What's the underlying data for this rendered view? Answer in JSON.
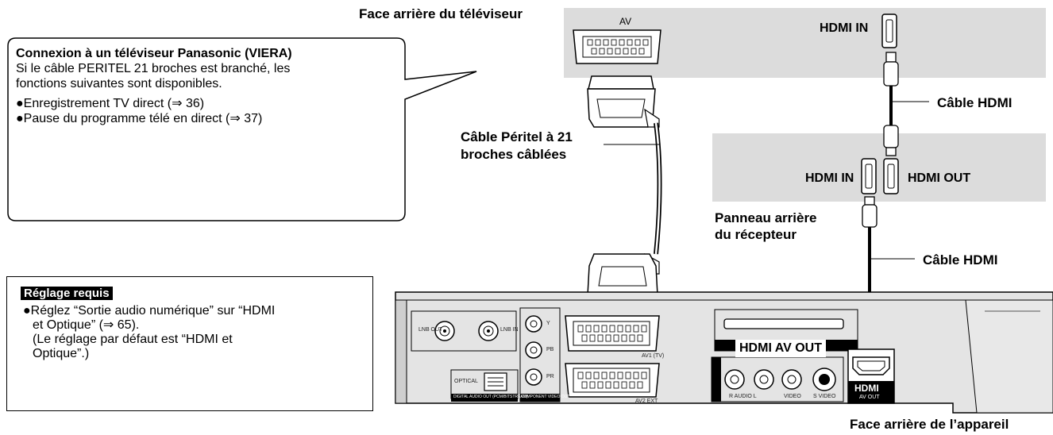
{
  "labels": {
    "tv_rear": "Face arrière du téléviseur",
    "av": "AV",
    "tv_hdmi_in": "HDMI IN",
    "hdmi_cable_top": "Câble HDMI",
    "peritel_cable_line1": "Câble Péritel à 21",
    "peritel_cable_line2": "broches câblées",
    "receiver_hdmi_in": "HDMI IN",
    "receiver_hdmi_out": "HDMI OUT",
    "receiver_panel_line1": "Panneau arrière",
    "receiver_panel_line2": "du récepteur",
    "hdmi_cable_bottom": "Câble HDMI",
    "hdmi_av_out": "HDMI AV OUT",
    "device_rear": "Face arrière de l’appareil"
  },
  "callout": {
    "title": "Connexion à un téléviseur Panasonic (VIERA)",
    "line1": "Si le câble PERITEL 21 broches est branché, les",
    "line2": "fonctions suivantes sont disponibles.",
    "items": [
      "●Enregistrement TV direct (⇒ 36)",
      "●Pause du programme télé en direct (⇒ 37)"
    ]
  },
  "settings": {
    "header": "Réglage requis",
    "line1": "●Réglez “Sortie audio numérique” sur “HDMI",
    "line2": "et Optique” (⇒    65).",
    "line3": "(Le réglage par défaut est “HDMI et",
    "line4": "Optique”.)"
  },
  "panel_marks": {
    "lnb_out": "LNB OUT",
    "lnb_in": "LNB IN",
    "y": "Y",
    "pb": "PB",
    "pr": "PR",
    "av1": "AV1 (TV)",
    "optical": "OPTICAL",
    "digital_audio": "DIGITAL AUDIO OUT (PCM/BITSTREAM)",
    "component": "COMPONENT VIDEO OUT",
    "av2": "AV2 EXT",
    "r_audio_l": "R  AUDIO  L",
    "video": "VIDEO",
    "s_video": "S VIDEO",
    "hdmi_logo": "HDMI",
    "av_out": "AV OUT"
  }
}
